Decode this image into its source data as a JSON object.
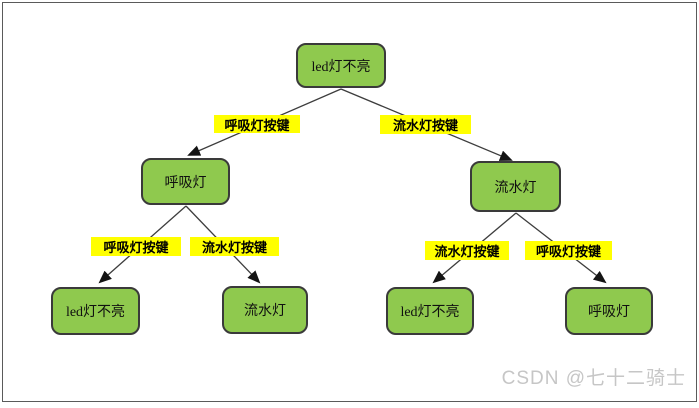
{
  "diagram": {
    "nodes": [
      {
        "id": "root",
        "label": "led灯不亮"
      },
      {
        "id": "breathing-light",
        "label": "呼吸灯"
      },
      {
        "id": "flowing-light",
        "label": "流水灯"
      },
      {
        "id": "left-led-off",
        "label": "led灯不亮"
      },
      {
        "id": "left-flowing",
        "label": "流水灯"
      },
      {
        "id": "right-led-off",
        "label": "led灯不亮"
      },
      {
        "id": "right-breathing",
        "label": "呼吸灯"
      }
    ],
    "edges": [
      {
        "from": "led灯不亮",
        "to": "呼吸灯",
        "label": "呼吸灯按键"
      },
      {
        "from": "led灯不亮",
        "to": "流水灯",
        "label": "流水灯按键"
      },
      {
        "from": "呼吸灯",
        "to": "led灯不亮",
        "label": "呼吸灯按键"
      },
      {
        "from": "呼吸灯",
        "to": "流水灯",
        "label": "流水灯按键"
      },
      {
        "from": "流水灯",
        "to": "led灯不亮",
        "label": "流水灯按键"
      },
      {
        "from": "流水灯",
        "to": "呼吸灯",
        "label": "呼吸灯按键"
      }
    ],
    "watermark": "CSDN @七十二骑士",
    "colors": {
      "node_fill": "#8FC94E",
      "node_border": "#3A3A3A",
      "edge_label_bg": "#FFFF00",
      "edge_label_text": "#000000",
      "line": "#3D3D3D",
      "watermark": "#C6C6C6",
      "canvas_border": "#5A5A5A",
      "background": "#FFFFFF"
    }
  }
}
